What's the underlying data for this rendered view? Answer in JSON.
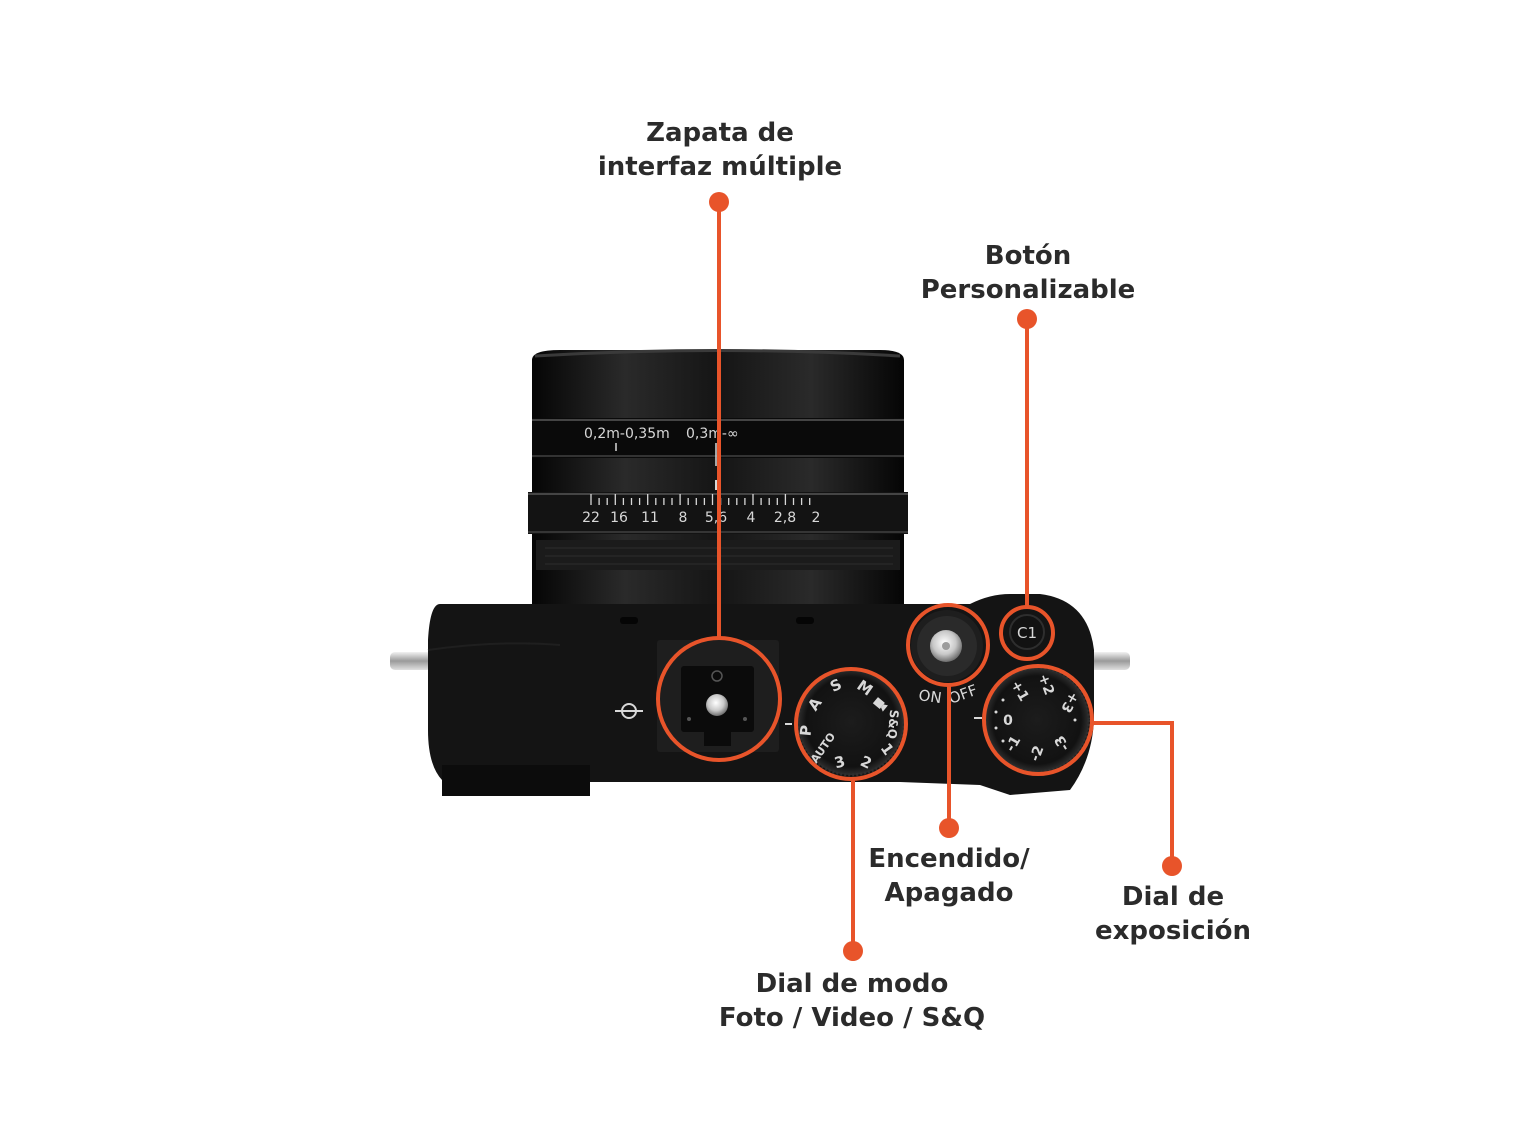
{
  "colors": {
    "accent": "#e8542a",
    "camera_body": "#141414",
    "lens": "#0e0e0e",
    "label_text": "#2b2b2b",
    "engraving": "#d8d8d8"
  },
  "callouts": {
    "hotshoe": {
      "line1": "Zapata de",
      "line2": "interfaz múltiple"
    },
    "custom_button": {
      "line1": "Botón",
      "line2": "Personalizable"
    },
    "power": {
      "line1": "Encendido/",
      "line2": "Apagado"
    },
    "mode_dial": {
      "line1": "Dial de modo",
      "line2": "Foto / Video / S&Q"
    },
    "exposure_dial": {
      "line1": "Dial de",
      "line2": "exposición"
    }
  },
  "lens": {
    "focus_range_macro": "0,2m-0,35m",
    "focus_range_normal": "0,3m-∞",
    "aperture_scale": [
      "22",
      "16",
      "11",
      "8",
      "5,6",
      "4",
      "2,8",
      "2"
    ]
  },
  "mode_dial": {
    "marks": [
      "M",
      "S",
      "A",
      "P",
      "AUTO",
      "3",
      "2",
      "1",
      "S&Q"
    ],
    "video_icon": "video-camera-icon"
  },
  "power_switch": {
    "on": "ON",
    "off": "OFF"
  },
  "custom_button_label": "C1",
  "exposure_dial": {
    "marks": [
      "+2",
      "+1",
      "0",
      "-1",
      "-2",
      "-3",
      "+3"
    ]
  },
  "hotshoe_icon": "hotshoe-icon",
  "focal_plane_icon": "focal-plane-icon"
}
